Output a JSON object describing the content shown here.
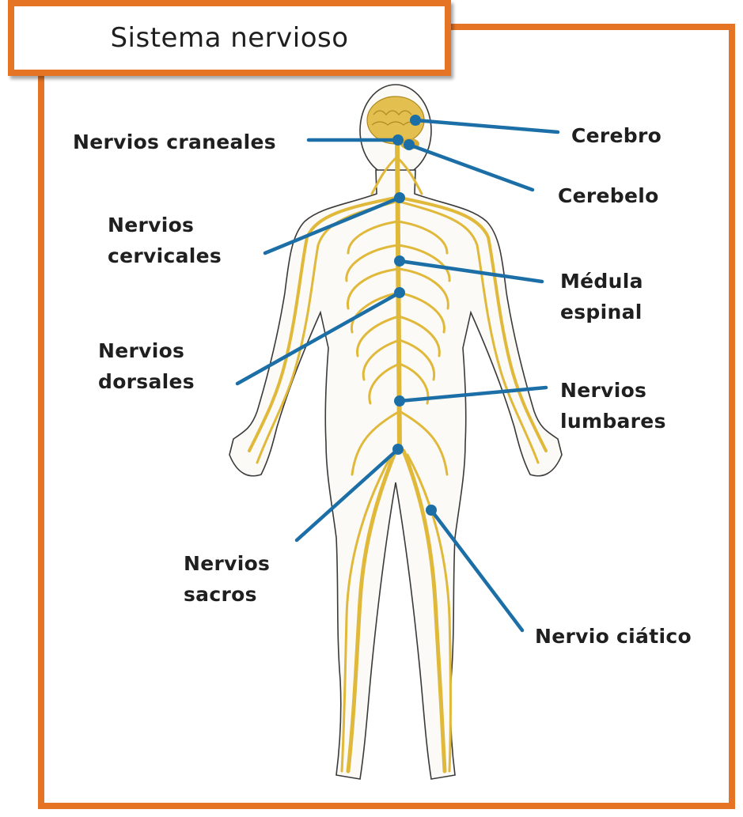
{
  "title": "Sistema nervioso",
  "colors": {
    "frame": "#e57525",
    "leader": "#1c6fa6",
    "nerve": "#e0b93a",
    "brain": "#e2bf4f"
  },
  "labels": {
    "cerebro": "Cerebro",
    "cerebelo": "Cerebelo",
    "craneales": "Nervios craneales",
    "cervicales_1": "Nervios",
    "cervicales_2": "cervicales",
    "medula_1": "Médula",
    "medula_2": "espinal",
    "dorsales_1": "Nervios",
    "dorsales_2": "dorsales",
    "lumbares_1": "Nervios",
    "lumbares_2": "lumbares",
    "sacros_1": "Nervios",
    "sacros_2": "sacros",
    "ciatico": "Nervio ciático"
  }
}
